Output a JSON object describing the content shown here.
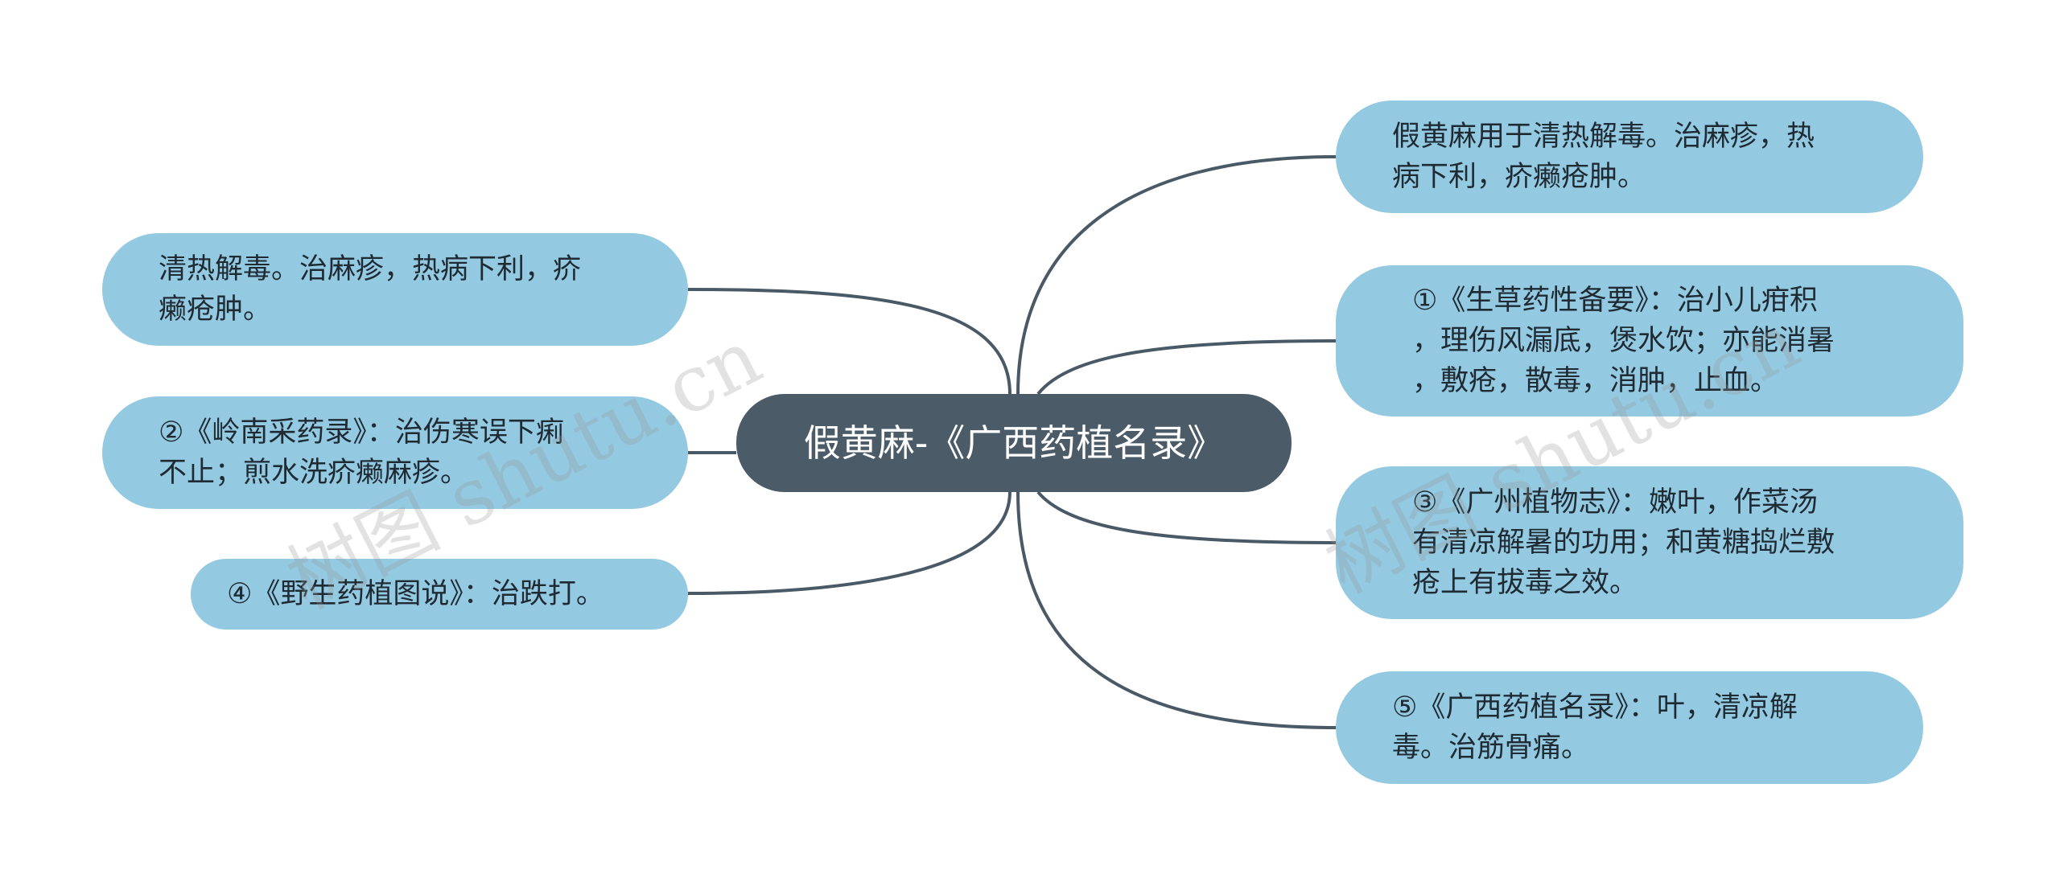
{
  "center": {
    "label": "假黄麻-《广西药植名录》"
  },
  "left_nodes": [
    {
      "text": "清热解毒。治麻疹，热病下利，疥\n癞疮肿。"
    },
    {
      "text": "②《岭南采药录》：治伤寒误下痢\n不止；煎水洗疥癞麻疹。"
    },
    {
      "text": "④《野生药植图说》：治跌打。"
    }
  ],
  "right_nodes": [
    {
      "text": "假黄麻用于清热解毒。治麻疹，热\n病下利，疥癞疮肿。"
    },
    {
      "text": "①《生草药性备要》：治小儿疳积\n，理伤风漏底，煲水饮；亦能消暑\n，敷疮，散毒，消肿，止血。"
    },
    {
      "text": "③《广州植物志》：嫩叶，作菜汤\n有清凉解暑的功用；和黄糖捣烂敷\n疮上有拔毒之效。"
    },
    {
      "text": "⑤《广西药植名录》：叶，清凉解\n毒。治筋骨痛。"
    }
  ],
  "watermarks": [
    {
      "text": "树图 shutu.cn"
    },
    {
      "text": "树图 shutu.cn"
    }
  ],
  "colors": {
    "center_fill": "#4b5b68",
    "node_fill": "#93c9e1",
    "link": "#4a5966"
  }
}
